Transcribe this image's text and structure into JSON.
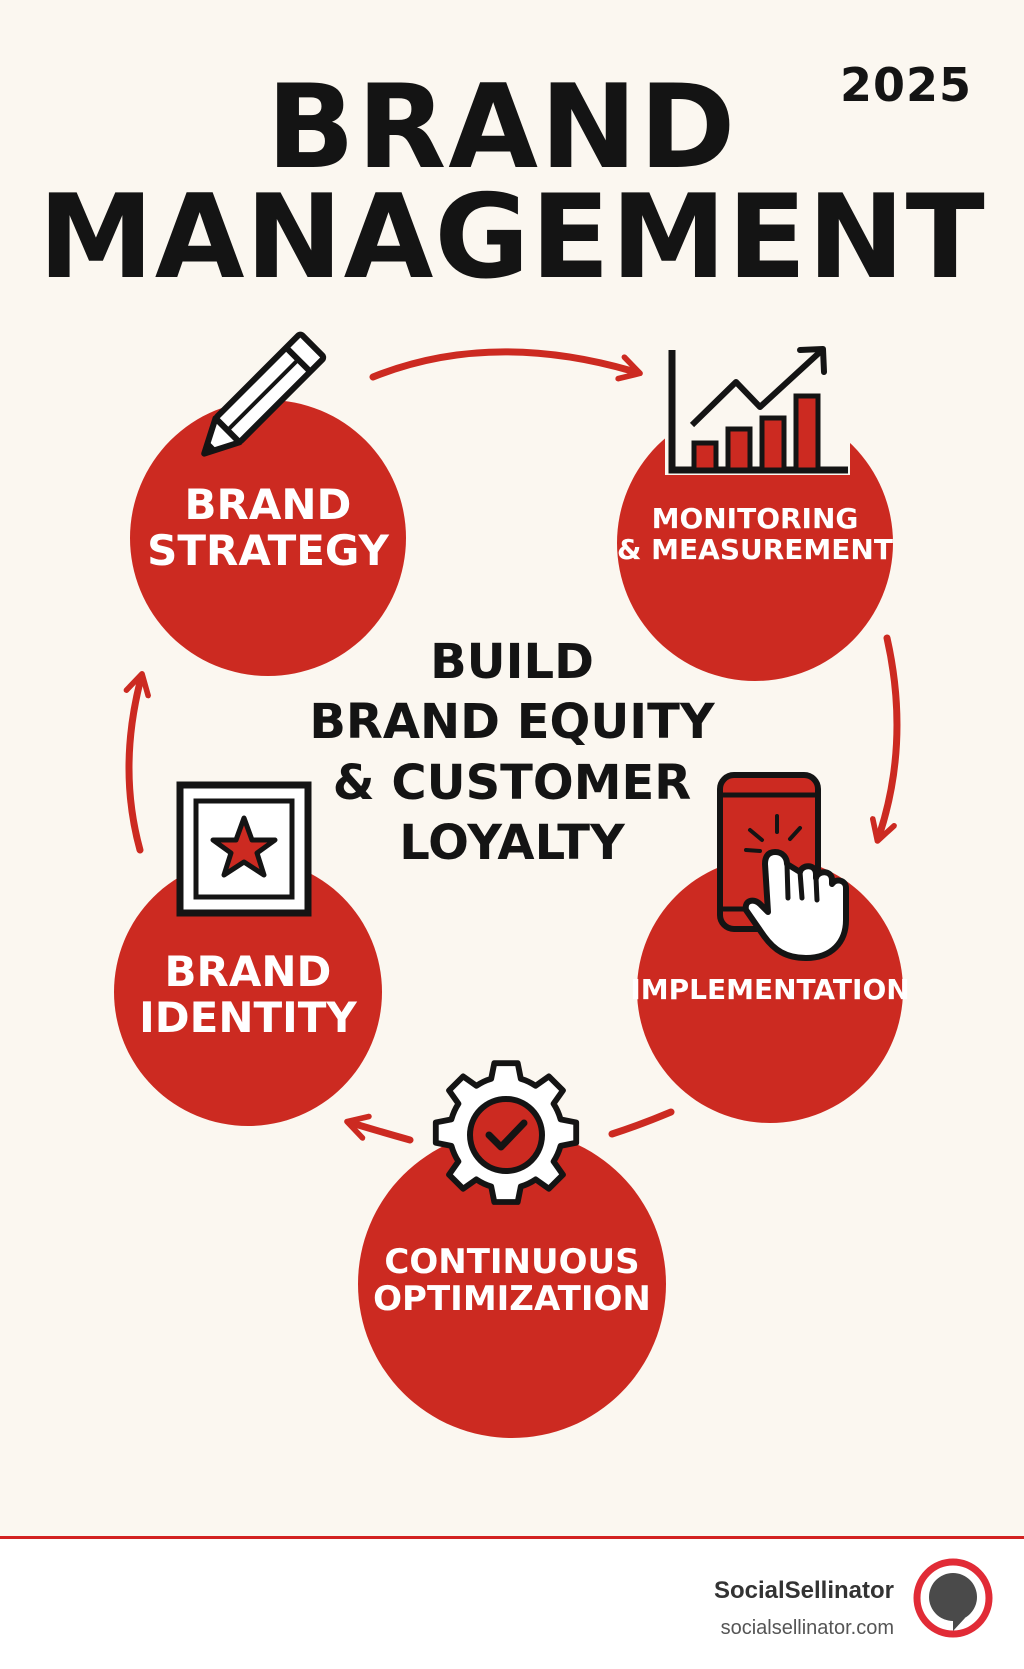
{
  "title": {
    "line1": "BRAND",
    "line2": "MANAGEMENT",
    "year": "2025"
  },
  "center": {
    "text": "BUILD\nBRAND EQUITY\n& CUSTOMER\nLOYALTY"
  },
  "nodes": [
    {
      "label": "BRAND\nSTRATEGY",
      "icon": "pencil-icon"
    },
    {
      "label": "MONITORING\n& MEASUREMENT",
      "icon": "bar-chart-growth-icon"
    },
    {
      "label": "IMPLEMENTATION",
      "icon": "phone-tap-icon"
    },
    {
      "label": "CONTINUOUS\nOPTIMIZATION",
      "icon": "gear-check-icon"
    },
    {
      "label": "BRAND\nIDENTITY",
      "icon": "framed-star-icon"
    }
  ],
  "colors": {
    "accent": "#cc2a21",
    "background": "#fbf7f0",
    "text": "#141414"
  },
  "footer": {
    "brand_name": "SocialSellinator",
    "url": "socialsellinator.com"
  }
}
